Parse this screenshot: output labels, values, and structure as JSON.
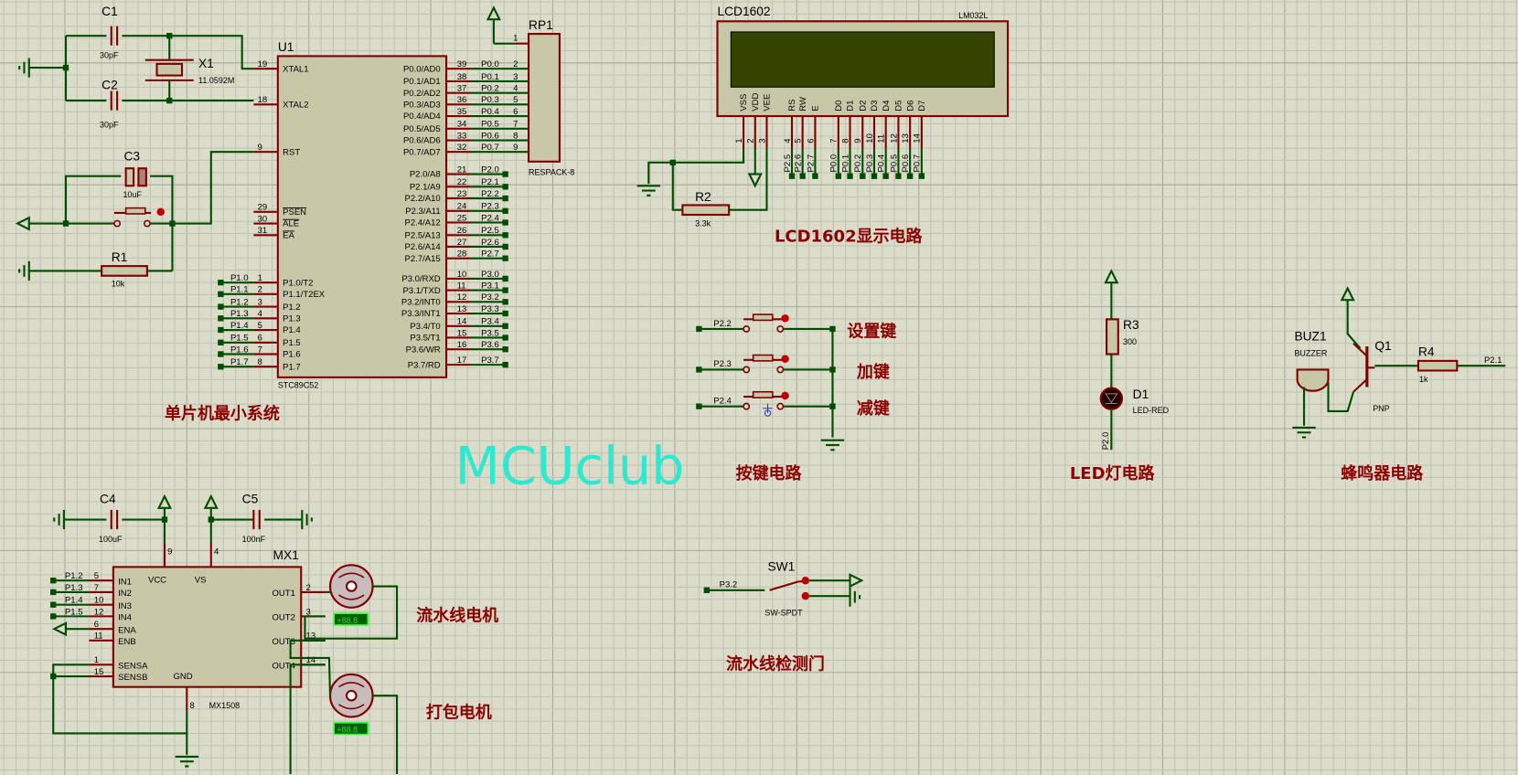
{
  "watermark": "MCUclub",
  "colors": {
    "background": "#dcdccb",
    "wire": "#004d00",
    "pin": "#800000",
    "body": "#c8c8a8",
    "lcd_screen": "#334400",
    "label": "#8b0000",
    "watermark": "#2ee8d0"
  },
  "u1": {
    "ref": "U1",
    "part": "STC89C52",
    "left_pins": [
      {
        "num": "19",
        "name": "XTAL1",
        "net": ""
      },
      {
        "num": "18",
        "name": "XTAL2",
        "net": ""
      },
      {
        "num": "9",
        "name": "RST",
        "net": ""
      },
      {
        "num": "29",
        "name": "PSEN",
        "net": ""
      },
      {
        "num": "30",
        "name": "ALE",
        "net": ""
      },
      {
        "num": "31",
        "name": "EA",
        "net": ""
      },
      {
        "num": "1",
        "name": "P1.0/T2",
        "net": "P1.0"
      },
      {
        "num": "2",
        "name": "P1.1/T2EX",
        "net": "P1.1"
      },
      {
        "num": "3",
        "name": "P1.2",
        "net": "P1.2"
      },
      {
        "num": "4",
        "name": "P1.3",
        "net": "P1.3"
      },
      {
        "num": "5",
        "name": "P1.4",
        "net": "P1.4"
      },
      {
        "num": "6",
        "name": "P1.5",
        "net": "P1.5"
      },
      {
        "num": "7",
        "name": "P1.6",
        "net": "P1.6"
      },
      {
        "num": "8",
        "name": "P1.7",
        "net": "P1.7"
      }
    ],
    "right_pins": [
      {
        "num": "39",
        "name": "P0.0/AD0",
        "net": "P0.0"
      },
      {
        "num": "38",
        "name": "P0.1/AD1",
        "net": "P0.1"
      },
      {
        "num": "37",
        "name": "P0.2/AD2",
        "net": "P0.2"
      },
      {
        "num": "36",
        "name": "P0.3/AD3",
        "net": "P0.3"
      },
      {
        "num": "35",
        "name": "P0.4/AD4",
        "net": "P0.4"
      },
      {
        "num": "34",
        "name": "P0.5/AD5",
        "net": "P0.5"
      },
      {
        "num": "33",
        "name": "P0.6/AD6",
        "net": "P0.6"
      },
      {
        "num": "32",
        "name": "P0.7/AD7",
        "net": "P0.7"
      },
      {
        "num": "21",
        "name": "P2.0/A8",
        "net": "P2.0"
      },
      {
        "num": "22",
        "name": "P2.1/A9",
        "net": "P2.1"
      },
      {
        "num": "23",
        "name": "P2.2/A10",
        "net": "P2.2"
      },
      {
        "num": "24",
        "name": "P2.3/A11",
        "net": "P2.3"
      },
      {
        "num": "25",
        "name": "P2.4/A12",
        "net": "P2.4"
      },
      {
        "num": "26",
        "name": "P2.5/A13",
        "net": "P2.5"
      },
      {
        "num": "27",
        "name": "P2.6/A14",
        "net": "P2.6"
      },
      {
        "num": "28",
        "name": "P2.7/A15",
        "net": "P2.7"
      },
      {
        "num": "10",
        "name": "P3.0/RXD",
        "net": "P3.0"
      },
      {
        "num": "11",
        "name": "P3.1/TXD",
        "net": "P3.1"
      },
      {
        "num": "12",
        "name": "P3.2/INT0",
        "net": "P3.2"
      },
      {
        "num": "13",
        "name": "P3.3/INT1",
        "net": "P3.3"
      },
      {
        "num": "14",
        "name": "P3.4/T0",
        "net": "P3.4"
      },
      {
        "num": "15",
        "name": "P3.5/T1",
        "net": "P3.5"
      },
      {
        "num": "16",
        "name": "P3.6/WR",
        "net": "P3.6"
      },
      {
        "num": "17",
        "name": "P3.7/RD",
        "net": "P3.7"
      }
    ]
  },
  "rp1": {
    "ref": "RP1",
    "part": "RESPACK-8",
    "pins": [
      "1",
      "2",
      "3",
      "4",
      "5",
      "6",
      "7",
      "8",
      "9"
    ]
  },
  "c1": {
    "ref": "C1",
    "value": "30pF"
  },
  "c2": {
    "ref": "C2",
    "value": "30pF"
  },
  "x1": {
    "ref": "X1",
    "value": "11.0592M"
  },
  "c3": {
    "ref": "C3",
    "value": "10uF"
  },
  "r1": {
    "ref": "R1",
    "value": "10k"
  },
  "lcd": {
    "ref": "LCD1602",
    "part": "LM032L",
    "pins": [
      {
        "name": "VSS",
        "num": "1",
        "net": ""
      },
      {
        "name": "VDD",
        "num": "2",
        "net": ""
      },
      {
        "name": "VEE",
        "num": "3",
        "net": ""
      },
      {
        "name": "RS",
        "num": "4",
        "net": "P2.5"
      },
      {
        "name": "RW",
        "num": "5",
        "net": "P2.6"
      },
      {
        "name": "E",
        "num": "6",
        "net": "P2.7"
      },
      {
        "name": "D0",
        "num": "7",
        "net": "P0.0"
      },
      {
        "name": "D1",
        "num": "8",
        "net": "P0.1"
      },
      {
        "name": "D2",
        "num": "9",
        "net": "P0.2"
      },
      {
        "name": "D3",
        "num": "10",
        "net": "P0.3"
      },
      {
        "name": "D4",
        "num": "11",
        "net": "P0.4"
      },
      {
        "name": "D5",
        "num": "12",
        "net": "P0.5"
      },
      {
        "name": "D6",
        "num": "13",
        "net": "P0.6"
      },
      {
        "name": "D7",
        "num": "14",
        "net": "P0.7"
      }
    ]
  },
  "r2": {
    "ref": "R2",
    "value": "3.3k"
  },
  "buttons": [
    {
      "net": "P2.2",
      "label": "设置键"
    },
    {
      "net": "P2.3",
      "label": "加键"
    },
    {
      "net": "P2.4",
      "label": "减键"
    }
  ],
  "r3": {
    "ref": "R3",
    "value": "300"
  },
  "d1": {
    "ref": "D1",
    "value": "LED-RED",
    "net": "P2.0"
  },
  "buz1": {
    "ref": "BUZ1",
    "value": "BUZZER"
  },
  "q1": {
    "ref": "Q1",
    "value": "PNP"
  },
  "r4": {
    "ref": "R4",
    "value": "1k",
    "net": "P2.1"
  },
  "c4": {
    "ref": "C4",
    "value": "100uF"
  },
  "c5": {
    "ref": "C5",
    "value": "100nF"
  },
  "mx1": {
    "ref": "MX1",
    "part": "MX1508",
    "left_pins": [
      {
        "num": "5",
        "name": "IN1",
        "net": "P1.2"
      },
      {
        "num": "7",
        "name": "IN2",
        "net": "P1.3"
      },
      {
        "num": "10",
        "name": "IN3",
        "net": "P1.4"
      },
      {
        "num": "12",
        "name": "IN4",
        "net": "P1.5"
      },
      {
        "num": "6",
        "name": "ENA",
        "net": ""
      },
      {
        "num": "11",
        "name": "ENB",
        "net": ""
      },
      {
        "num": "1",
        "name": "SENSA",
        "net": ""
      },
      {
        "num": "15",
        "name": "SENSB",
        "net": ""
      }
    ],
    "right_pins": [
      {
        "num": "2",
        "name": "OUT1"
      },
      {
        "num": "3",
        "name": "OUT2"
      },
      {
        "num": "13",
        "name": "OUT3"
      },
      {
        "num": "14",
        "name": "OUT4"
      }
    ],
    "top_pins": [
      {
        "num": "9",
        "name": "VCC"
      },
      {
        "num": "4",
        "name": "VS"
      }
    ],
    "bottom_pins": [
      {
        "num": "8",
        "name": "GND"
      }
    ]
  },
  "motors": [
    {
      "readout": "+88.8"
    },
    {
      "readout": "+88.8"
    }
  ],
  "sw1": {
    "ref": "SW1",
    "value": "SW-SPDT",
    "net": "P3.2"
  },
  "sections": {
    "mcu": "单片机最小系统",
    "lcd": "LCD1602显示电路",
    "keys": "按键电路",
    "led": "LED灯电路",
    "buzzer": "蜂鸣器电路",
    "motor1": "流水线电机",
    "motor2": "打包电机",
    "door": "流水线检测门"
  }
}
